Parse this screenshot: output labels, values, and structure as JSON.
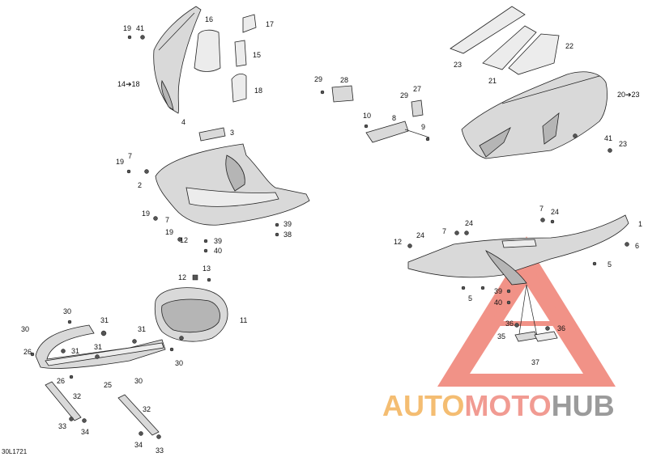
{
  "doc_ref": "30L1721",
  "watermark": {
    "part1": "AUTO",
    "part2": "MOTO",
    "part3": "HUB",
    "color1": "#f3b25a",
    "color2": "#ef8a80",
    "color3": "#8a8a8a",
    "triangle_color": "#ef7f73"
  },
  "callouts": {
    "c1": "1",
    "c2": "2",
    "c3": "3",
    "c4": "4",
    "c5a": "5",
    "c5b": "5",
    "c6": "6",
    "c7a": "7",
    "c7b": "7",
    "c7c": "7",
    "c7d": "7",
    "c8": "8",
    "c9": "9",
    "c10": "10",
    "c11": "11",
    "c12a": "12",
    "c12b": "12",
    "c12c": "12",
    "c13": "13",
    "c14": "14➔18",
    "c15": "15",
    "c16": "16",
    "c17": "17",
    "c18": "18",
    "c19a": "19",
    "c19b": "19",
    "c19c": "19",
    "c19d": "19",
    "c20": "20➔23",
    "c21": "21",
    "c22": "22",
    "c23a": "23",
    "c23b": "23",
    "c24a": "24",
    "c24b": "24",
    "c24c": "24",
    "c25": "25",
    "c26a": "26",
    "c26b": "26",
    "c27": "27",
    "c28": "28",
    "c29a": "29",
    "c29b": "29",
    "c30a": "30",
    "c30b": "30",
    "c30c": "30",
    "c30d": "30",
    "c31a": "31",
    "c31b": "31",
    "c31c": "31",
    "c31d": "31",
    "c32a": "32",
    "c32b": "32",
    "c33a": "33",
    "c33b": "33",
    "c34a": "34",
    "c34b": "34",
    "c35": "35",
    "c36a": "36",
    "c36b": "36",
    "c37": "37",
    "c38": "38",
    "c39a": "39",
    "c39b": "39",
    "c39c": "39",
    "c40a": "40",
    "c40b": "40",
    "c41a": "41",
    "c41b": "41"
  }
}
